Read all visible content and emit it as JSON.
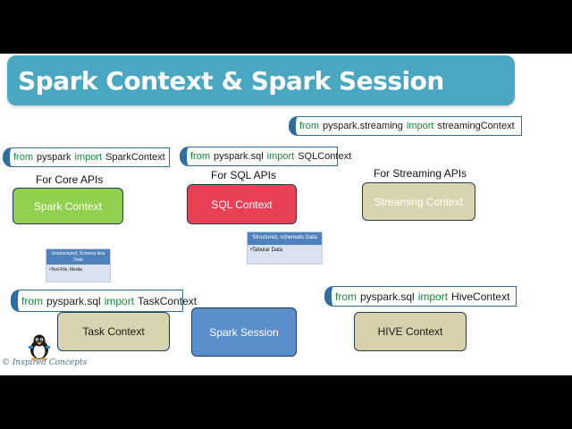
{
  "title": "Spark Context & Spark Session",
  "imports": {
    "streaming": {
      "from": "from",
      "module": "pyspark.streaming",
      "import": "import",
      "name": "streamingContext"
    },
    "spark": {
      "from": "from",
      "module": "pyspark",
      "import": "import",
      "name": "SparkContext"
    },
    "sql": {
      "from": "from",
      "module": "pyspark.sql",
      "import": "import",
      "name": "SQLContext"
    },
    "task": {
      "from": "from",
      "module": "pyspark.sql",
      "import": "import",
      "name": "TaskContext"
    },
    "hive": {
      "from": "from",
      "module": "pyspark.sql",
      "import": "import",
      "name": "HiveContext"
    }
  },
  "labels": {
    "core": "For Core APIs",
    "sql": "For SQL APIs",
    "streaming": "For Streaming APIs"
  },
  "contexts": {
    "spark": "Spark Context",
    "sql": "SQL Context",
    "streaming": "Streaming Context",
    "task": "Task Context",
    "session": "Spark Session",
    "hive": "HIVE Context"
  },
  "notes": {
    "unstructured": {
      "header": "Unstructured, Schema less Data",
      "item": "•Text File, Media"
    },
    "structured": {
      "header": "Structured, schematic  Data",
      "item": "•Tabular Data"
    }
  },
  "brand": "© Inspired Concepts",
  "colors": {
    "title_bar": "#4aa7c1",
    "keyword": "#118a3a",
    "spark_context": "#92d050",
    "sql_context": "#e84156",
    "tan_context": "#d9d4b0",
    "spark_session": "#5b8fcb",
    "note_header": "#4f81bd"
  },
  "icons": [
    "penguin-logo-icon"
  ]
}
